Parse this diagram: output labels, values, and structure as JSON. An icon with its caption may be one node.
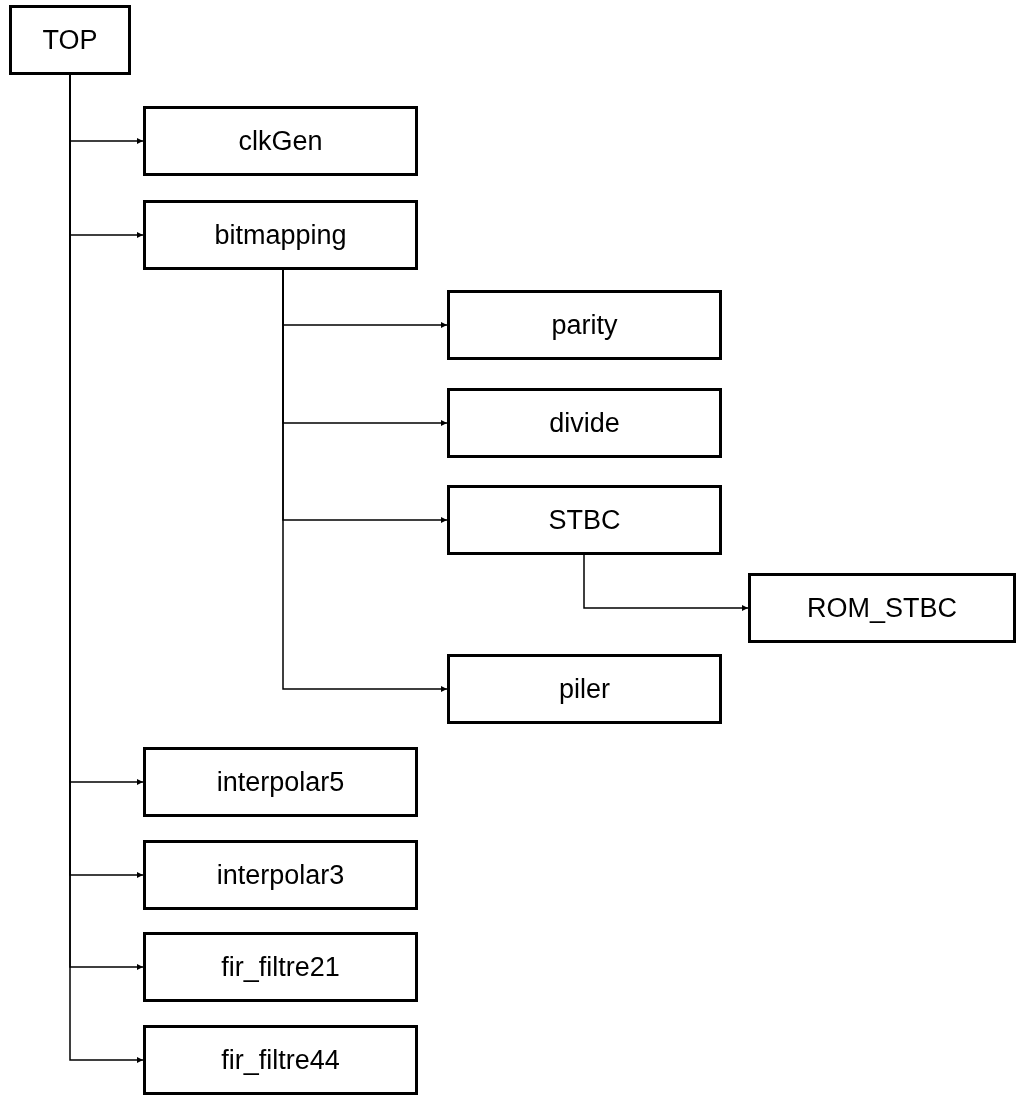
{
  "diagram": {
    "nodes": [
      {
        "text": [
          "TOP"
        ]
      },
      {
        "text": [
          "clkGen"
        ]
      },
      {
        "text": [
          "bitmapping"
        ]
      },
      {
        "text": [
          "parity"
        ]
      },
      {
        "text": [
          "divide"
        ]
      },
      {
        "text": [
          "STBC"
        ]
      },
      {
        "text": [
          "ROM_STBC"
        ]
      },
      {
        "text": [
          "piler"
        ]
      },
      {
        "text": [
          "interpolar5"
        ]
      },
      {
        "text": [
          "interpolar3"
        ]
      },
      {
        "text": [
          "fir_filtre21"
        ]
      },
      {
        "text": [
          "fir_filtre44"
        ]
      }
    ],
    "edges": [
      {
        "from": 0,
        "to": 1,
        "arrow": "to"
      },
      {
        "from": 0,
        "to": 2,
        "arrow": "to"
      },
      {
        "from": 2,
        "to": 3,
        "arrow": "to"
      },
      {
        "from": 2,
        "to": 4,
        "arrow": "to"
      },
      {
        "from": 2,
        "to": 5,
        "arrow": "to"
      },
      {
        "from": 5,
        "to": 6,
        "arrow": "to"
      },
      {
        "from": 2,
        "to": 7,
        "arrow": "to"
      },
      {
        "from": 0,
        "to": 8,
        "arrow": "to"
      },
      {
        "from": 0,
        "to": 9,
        "arrow": "to"
      },
      {
        "from": 0,
        "to": 10,
        "arrow": "to"
      },
      {
        "from": 0,
        "to": 11,
        "arrow": "to"
      }
    ]
  }
}
